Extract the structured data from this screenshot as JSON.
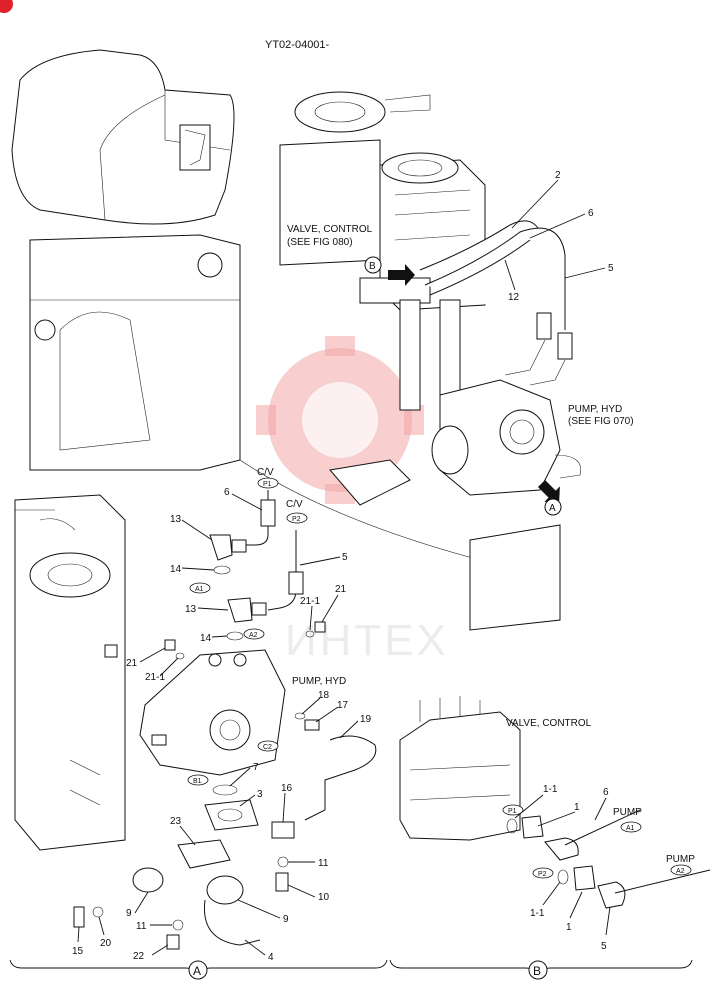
{
  "doc_code": "YT02-04001-",
  "corner_tag": "",
  "labels": {
    "valve_control_ref": "VALVE, CONTROL",
    "see_fig_080": "(SEE FIG 080)",
    "pump_hyd_ref": "PUMP, HYD",
    "see_fig_070": "(SEE FIG 070)",
    "cv1": "C/V",
    "cv2": "C/V",
    "pump_hyd_a": "PUMP, HYD",
    "valve_control_b": "VALVE, CONTROL",
    "pump1": "PUMP",
    "pump2": "PUMP",
    "watermark": "ИНТЕХ"
  },
  "ports": {
    "p1": "P1",
    "p2": "P2",
    "a1": "A1",
    "a2": "A2",
    "c2": "C2",
    "b1": "B1",
    "bp1": "P1",
    "bp2": "P2",
    "ba1": "A1",
    "ba2": "A2"
  },
  "views": {
    "a": "A",
    "b": "B",
    "a_marker": "A",
    "b_marker": "B"
  },
  "callouts": {
    "c2": "2",
    "c6": "6",
    "c5": "5",
    "c12": "12",
    "a6": "6",
    "a5": "5",
    "a13": "13",
    "a14": "14",
    "a13b": "13",
    "a14b": "14",
    "a21": "21",
    "a21_1": "21-1",
    "a21b": "21",
    "a21_1b": "21-1",
    "a18": "18",
    "a17": "17",
    "a19": "19",
    "a7": "7",
    "a3": "3",
    "a16": "16",
    "a23": "23",
    "a11": "11",
    "a10": "10",
    "a9": "9",
    "a9b": "9",
    "a11b": "11",
    "a15": "15",
    "a20": "20",
    "a22": "22",
    "a4": "4",
    "b1_1": "1-1",
    "b1": "1",
    "b6": "6",
    "b1_1b": "1-1",
    "b1b": "1",
    "b5": "5"
  }
}
